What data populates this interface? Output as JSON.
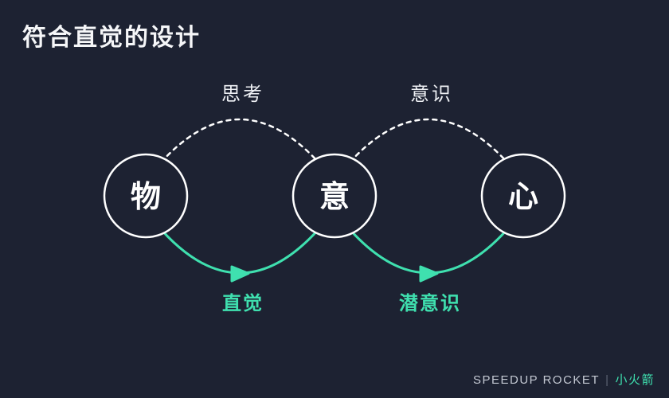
{
  "title": "符合直觉的设计",
  "colors": {
    "background": "#1d2232",
    "accent": "#3fe0af",
    "stroke_white": "#ffffff",
    "title_text": "#f5f6f8",
    "footer_text": "#c3c8d2",
    "footer_divider": "#5c6372"
  },
  "diagram": {
    "nodes": [
      {
        "label": "物"
      },
      {
        "label": "意"
      },
      {
        "label": "心"
      }
    ],
    "top_links": [
      {
        "label": "思考",
        "from": "物",
        "to": "意",
        "style": "dotted"
      },
      {
        "label": "意识",
        "from": "意",
        "to": "心",
        "style": "dotted"
      }
    ],
    "bottom_links": [
      {
        "label": "直觉",
        "from": "物",
        "to": "意",
        "style": "solid-arrow"
      },
      {
        "label": "潜意识",
        "from": "意",
        "to": "心",
        "style": "solid-arrow"
      }
    ]
  },
  "footer": {
    "brand": "SPEEDUP ROCKET",
    "divider": "|",
    "brand_cn": "小火箭"
  }
}
